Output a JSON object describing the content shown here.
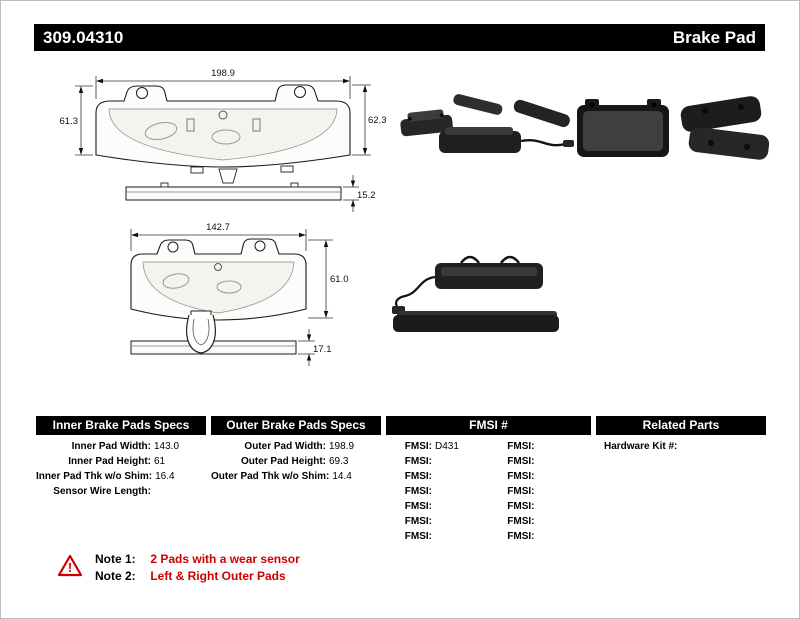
{
  "header": {
    "part_number": "309.04310",
    "title": "Brake Pad"
  },
  "drawings": {
    "outer": {
      "width": "198.9",
      "height_left": "61.3",
      "height_right": "62.3",
      "thickness": "15.2"
    },
    "inner": {
      "width": "142.7",
      "height": "61.0",
      "thickness": "17.1"
    }
  },
  "tables": {
    "inner_specs": {
      "title": "Inner Brake Pads Specs",
      "rows": [
        {
          "label": "Inner Pad Width:",
          "value": "143.0"
        },
        {
          "label": "Inner Pad Height:",
          "value": "61"
        },
        {
          "label": "Inner Pad Thk w/o Shim:",
          "value": "16.4"
        },
        {
          "label": "Sensor Wire Length:",
          "value": ""
        }
      ]
    },
    "outer_specs": {
      "title": "Outer Brake Pads Specs",
      "rows": [
        {
          "label": "Outer Pad Width:",
          "value": "198.9"
        },
        {
          "label": "Outer Pad Height:",
          "value": "69.3"
        },
        {
          "label": "Outer Pad Thk w/o Shim:",
          "value": "14.4"
        }
      ]
    },
    "fmsi": {
      "title": "FMSI #",
      "col1": [
        {
          "label": "FMSI:",
          "value": "D431"
        },
        {
          "label": "FMSI:",
          "value": ""
        },
        {
          "label": "FMSI:",
          "value": ""
        },
        {
          "label": "FMSI:",
          "value": ""
        },
        {
          "label": "FMSI:",
          "value": ""
        },
        {
          "label": "FMSI:",
          "value": ""
        },
        {
          "label": "FMSI:",
          "value": ""
        }
      ],
      "col2": [
        {
          "label": "FMSI:",
          "value": ""
        },
        {
          "label": "FMSI:",
          "value": ""
        },
        {
          "label": "FMSI:",
          "value": ""
        },
        {
          "label": "FMSI:",
          "value": ""
        },
        {
          "label": "FMSI:",
          "value": ""
        },
        {
          "label": "FMSI:",
          "value": ""
        },
        {
          "label": "FMSI:",
          "value": ""
        }
      ]
    },
    "related_parts": {
      "title": "Related Parts",
      "rows": [
        {
          "label": "Hardware Kit #:",
          "value": ""
        }
      ]
    }
  },
  "notes": {
    "warning_glyph": "!",
    "accent_color": "#cc0000",
    "items": [
      {
        "label": "Note 1:",
        "text": "2 Pads with a wear sensor"
      },
      {
        "label": "Note 2:",
        "text": "Left & Right Outer Pads"
      }
    ]
  }
}
